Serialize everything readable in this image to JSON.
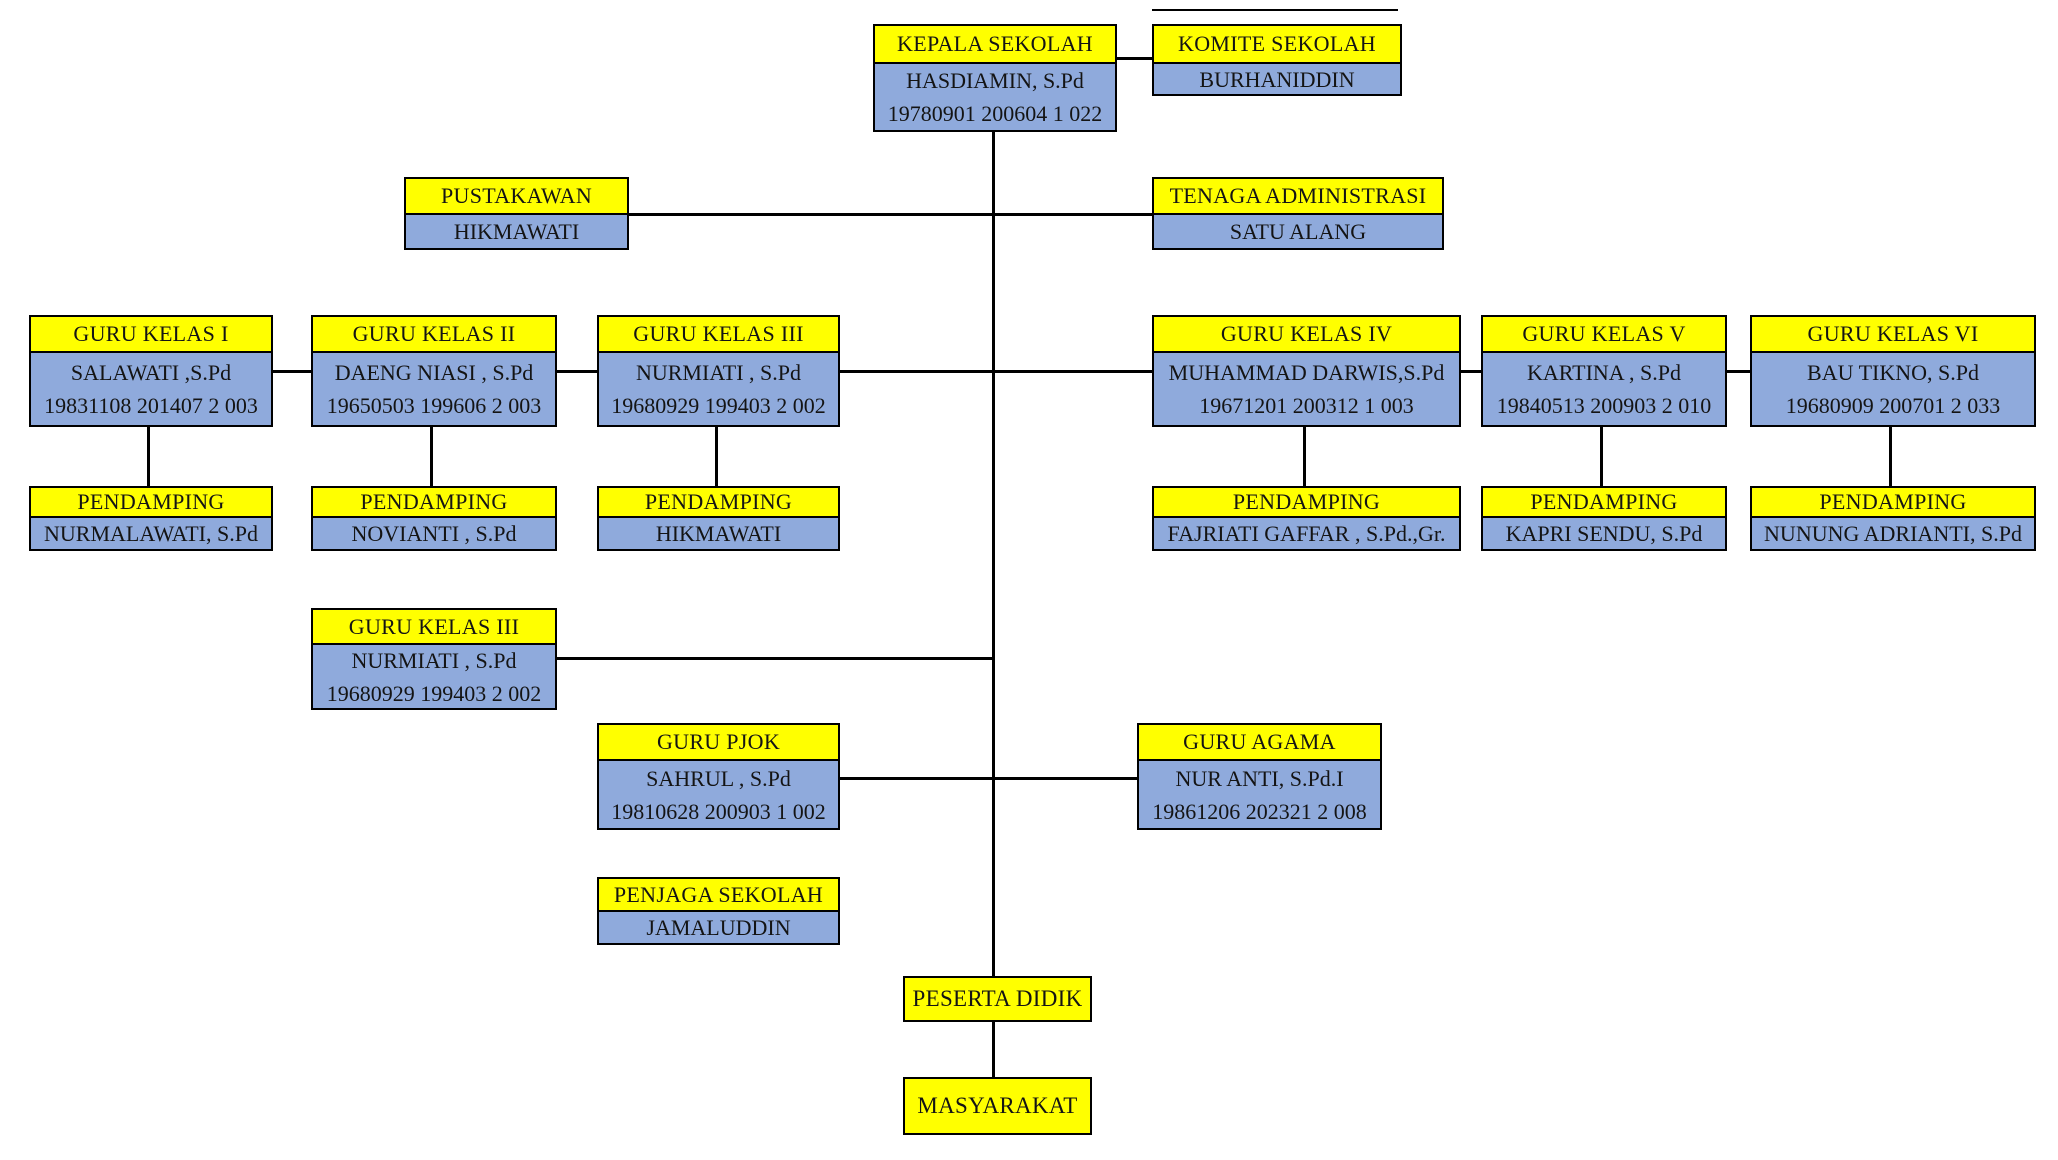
{
  "palette": {
    "header_bg": "#ffff00",
    "body_bg": "#8faadc",
    "line": "#000000",
    "text": "#141414"
  },
  "nodes": {
    "kepala": {
      "title": "KEPALA SEKOLAH",
      "lines": [
        "HASDIAMIN, S.Pd",
        "19780901 200604 1 022"
      ]
    },
    "komite": {
      "title": "KOMITE SEKOLAH",
      "lines": [
        "BURHANIDDIN"
      ]
    },
    "pustakawan": {
      "title": "PUSTAKAWAN",
      "lines": [
        "HIKMAWATI"
      ]
    },
    "tenaga": {
      "title": "TENAGA ADMINISTRASI",
      "lines": [
        "SATU ALANG"
      ]
    },
    "gk1": {
      "title": "GURU KELAS I",
      "lines": [
        "SALAWATI ,S.Pd",
        "19831108 201407 2 003"
      ]
    },
    "gk2": {
      "title": "GURU KELAS II",
      "lines": [
        "DAENG NIASI , S.Pd",
        "19650503 199606 2 003"
      ]
    },
    "gk3": {
      "title": "GURU KELAS III",
      "lines": [
        "NURMIATI , S.Pd",
        "19680929 199403 2 002"
      ]
    },
    "gk4": {
      "title": "GURU KELAS IV",
      "lines": [
        "MUHAMMAD DARWIS,S.Pd",
        "19671201 200312 1 003"
      ]
    },
    "gk5": {
      "title": "GURU KELAS V",
      "lines": [
        "KARTINA , S.Pd",
        "19840513 200903 2 010"
      ]
    },
    "gk6": {
      "title": "GURU KELAS VI",
      "lines": [
        "BAU TIKNO, S.Pd",
        "19680909 200701 2 033"
      ]
    },
    "pend1": {
      "title": "PENDAMPING",
      "lines": [
        "NURMALAWATI, S.Pd"
      ]
    },
    "pend2": {
      "title": "PENDAMPING",
      "lines": [
        "NOVIANTI , S.Pd"
      ]
    },
    "pend3": {
      "title": "PENDAMPING",
      "lines": [
        "HIKMAWATI"
      ]
    },
    "pend4": {
      "title": "PENDAMPING",
      "lines": [
        "FAJRIATI GAFFAR , S.Pd.,Gr."
      ]
    },
    "pend5": {
      "title": "PENDAMPING",
      "lines": [
        "KAPRI SENDU, S.Pd"
      ]
    },
    "pend6": {
      "title": "PENDAMPING",
      "lines": [
        "NUNUNG ADRIANTI, S.Pd"
      ]
    },
    "gk3b": {
      "title": "GURU KELAS III",
      "lines": [
        "NURMIATI , S.Pd",
        "19680929 199403 2 002"
      ]
    },
    "pjok": {
      "title": "GURU PJOK",
      "lines": [
        "SAHRUL , S.Pd",
        "19810628 200903 1 002"
      ]
    },
    "agama": {
      "title": "GURU AGAMA",
      "lines": [
        "NUR ANTI, S.Pd.I",
        "19861206 202321 2 008"
      ]
    },
    "penjaga": {
      "title": "PENJAGA SEKOLAH",
      "lines": [
        "JAMALUDDIN"
      ]
    },
    "peserta": {
      "title": "PESERTA DIDIK"
    },
    "masyarakat": {
      "title": "MASYARAKAT"
    }
  }
}
